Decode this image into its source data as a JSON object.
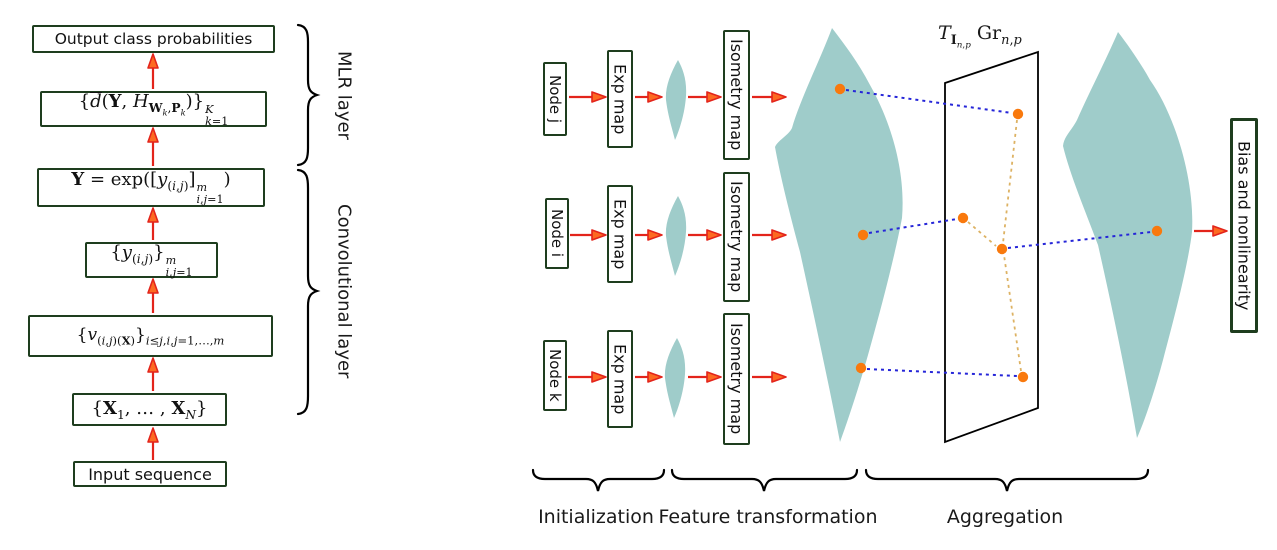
{
  "colors": {
    "green": "#1e3d1e",
    "red": "#e3241b",
    "orange_head": "#fd6a21",
    "teal": "#9fccca",
    "dot_orange": "#f9790d",
    "blue_dash": "#2525d8",
    "tan_dash": "#ddb263",
    "ink": "#111111"
  },
  "left_diagram": {
    "boxes": {
      "output": {
        "label": "Output class probabilities"
      },
      "mlr_scores": {
        "math_html": "{<span class=\"ov\"><i>d</i></span>(<b>Y</b>, <i>H</i><span class=\"sb\"><b>W</b><span class=\"sb\"><i>k</i></span>,<b>P</b><span class=\"sb\"><i>k</i></span></span>)}<span class=\"stk\"><span><i>K</i></span><span><i>k</i>=1</span></span>"
      },
      "spd_matrix": {
        "math_html": "<b>Y</b> = exp([<i>y</i><span class=\"sb\">(<i>i</i>,<i>j</i>)</span>]<span class=\"stk\"><span><i>m</i></span><span><i>i</i>,<i>j</i>=1</span></span>)"
      },
      "conv_outputs": {
        "math_html": "{<i>y</i><span class=\"sb\">(<i>i</i>,<i>j</i>)</span>}<span class=\"stk\"><span><i>m</i></span><span><i>i</i>,<i>j</i>=1</span></span>"
      },
      "conv_features": {
        "math_html": "{<i>v</i><span class=\"sb\">(<i>i</i>,<i>j</i>)(<b>X</b>)</span>}<span class=\"sb\"><i>i</i>≤<i>j</i>,<i>i</i>,<i>j</i>=1,…,<i>m</i></span>"
      },
      "input_matrices": {
        "math_html": "{<b>X</b><span class=\"sb\">1</span>, … , <b>X</b><span class=\"sb\"><i>N</i></span>}"
      },
      "input": {
        "label": "Input sequence"
      }
    },
    "layer_braces": [
      {
        "label": "MLR layer"
      },
      {
        "label": "Convolutional layer"
      }
    ]
  },
  "right_diagram": {
    "nodes": [
      {
        "label": "Node j"
      },
      {
        "label": "Node i"
      },
      {
        "label": "Node k"
      }
    ],
    "exp_map_label": "Exp map",
    "isometry_map_label": "Isometry map",
    "bias_label": "Bias and nonlinearity",
    "tangent_space_label_html": "<i>T</i><span class=\"sb\"><b>I</b><span class=\"sb\"><i>n</i>,<i>p</i></span></span> Gr<span class=\"sb\"><i>n</i>,<i>p</i></span>",
    "stages": [
      {
        "label": "Initialization"
      },
      {
        "label": "Feature transformation"
      },
      {
        "label": "Aggregation"
      }
    ]
  }
}
